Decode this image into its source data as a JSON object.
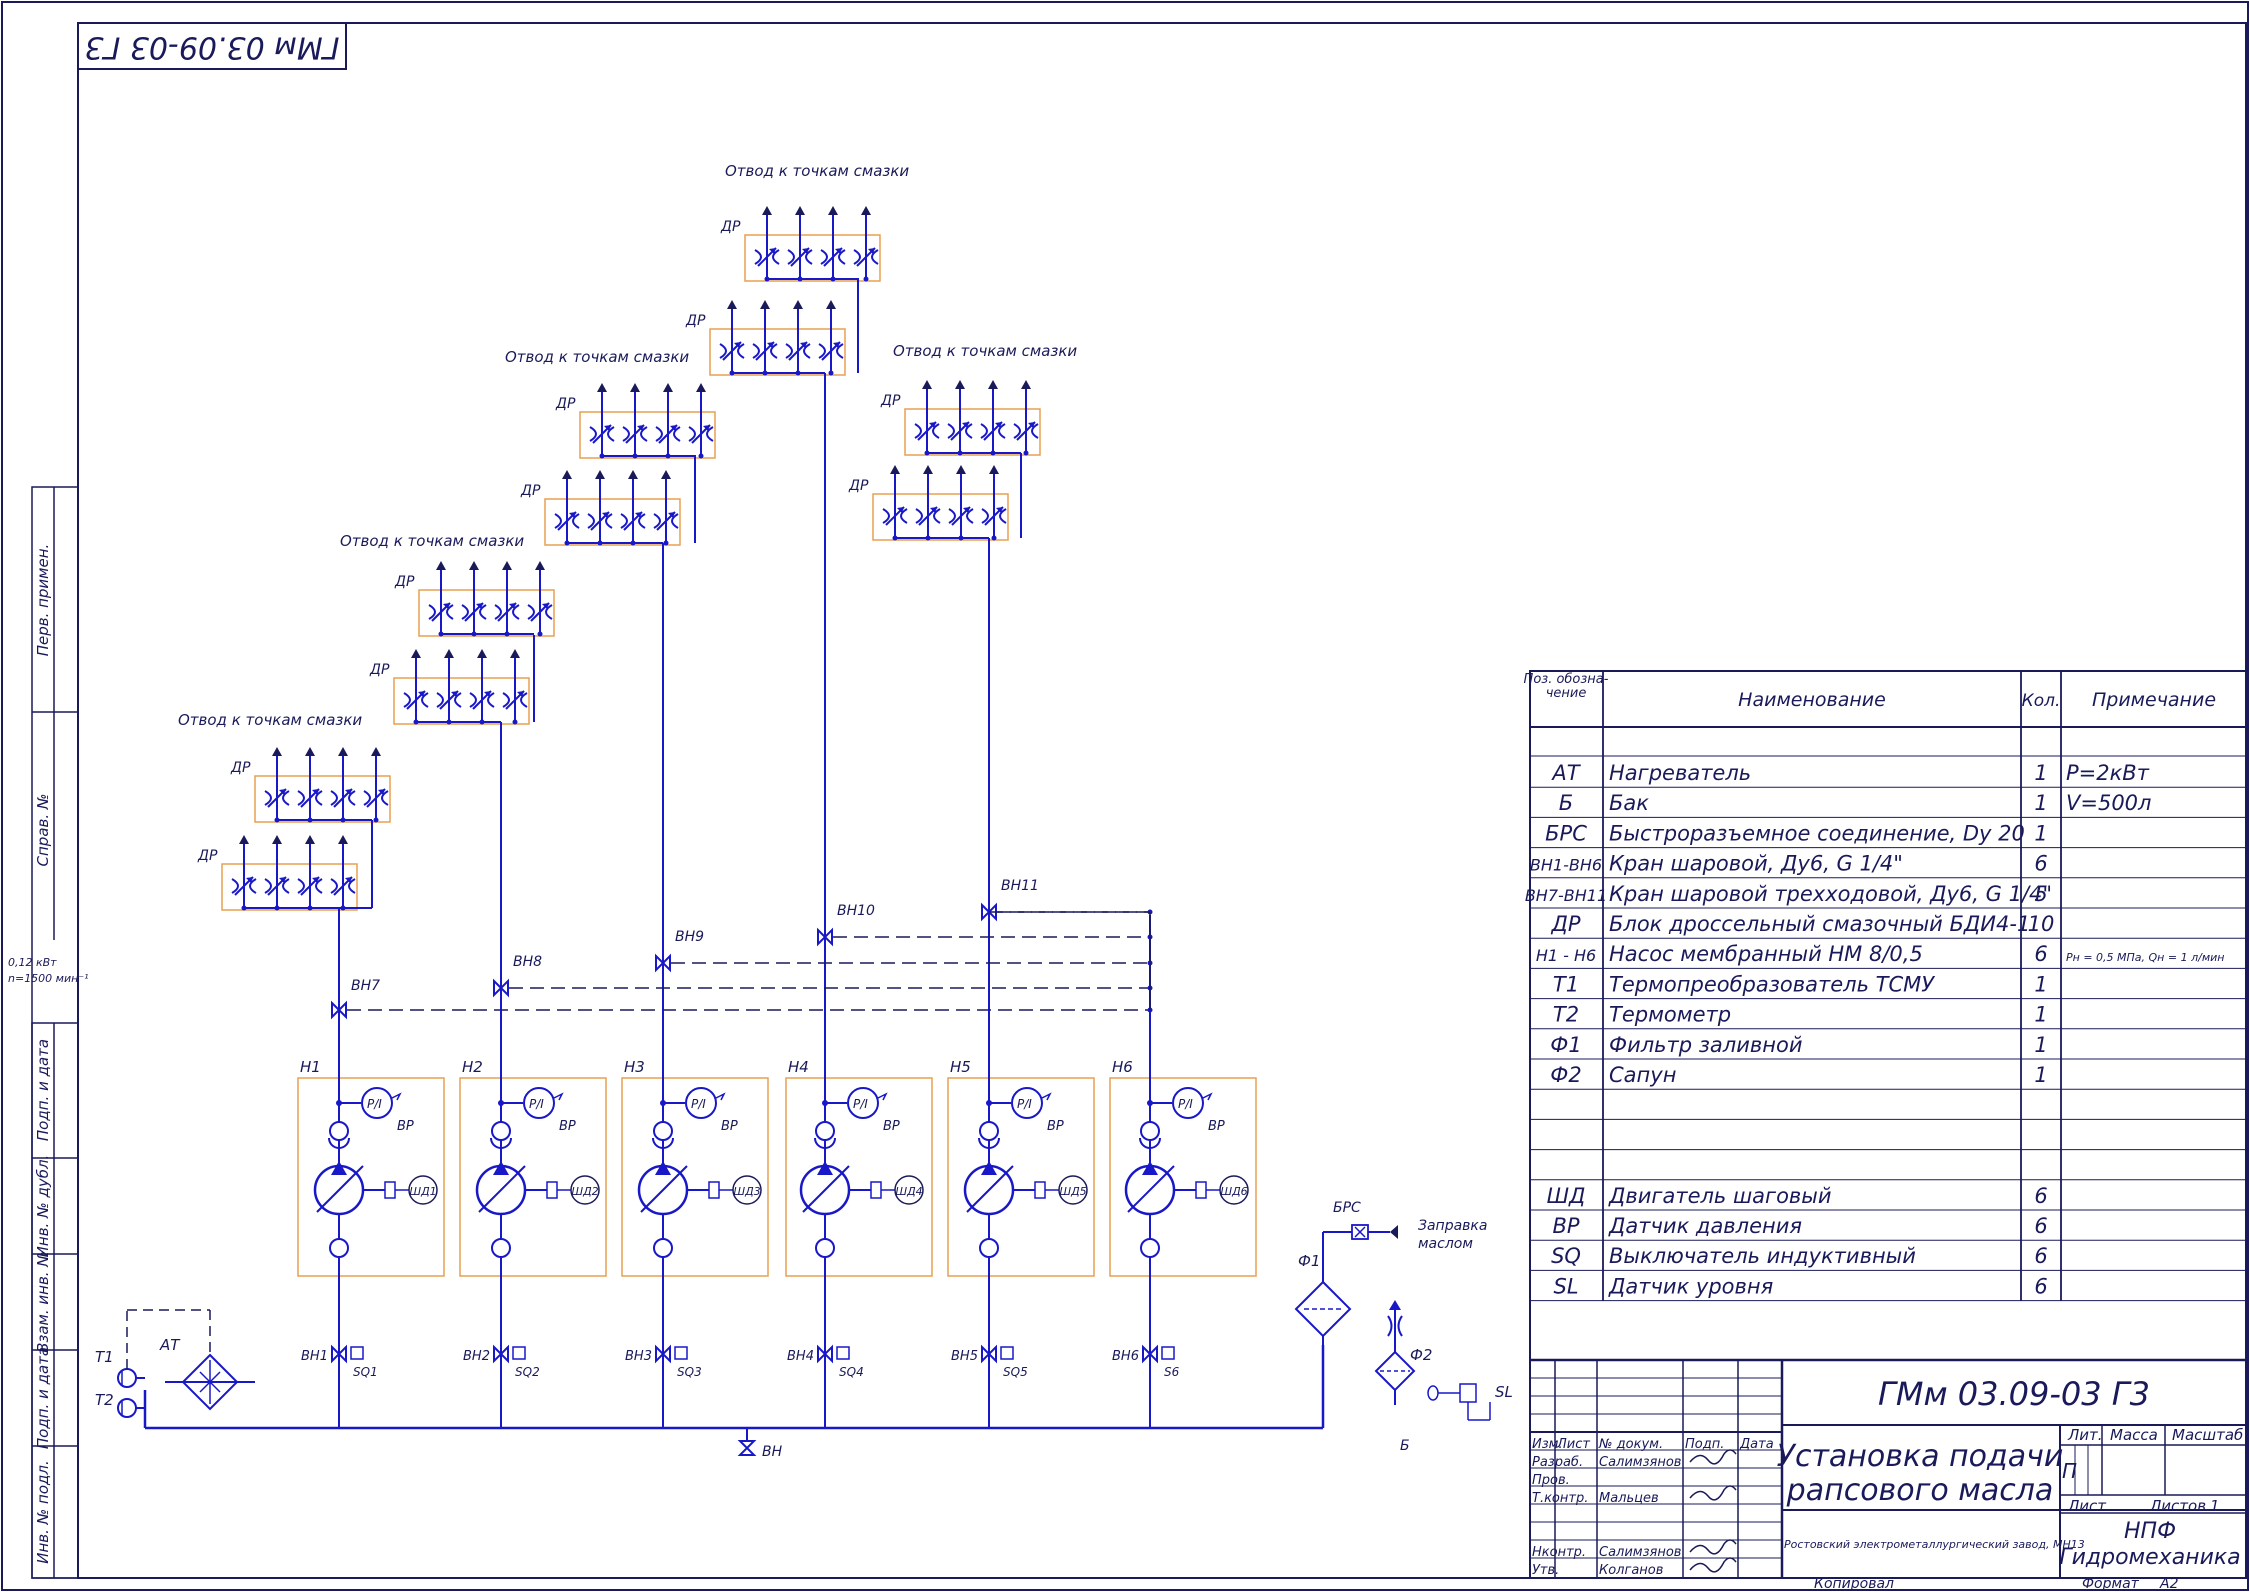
{
  "stamp": "ГМм 03.09-03 Г3",
  "side_labels": [
    "Перв. примен.",
    "Справ. №",
    "Подп. и дата",
    "Инв. № дубл.",
    "Взам. инв. №",
    "Подп. и дата",
    "Инв. № подл."
  ],
  "motor_note": [
    "0,12 кВт",
    "n=1500 мин⁻¹"
  ],
  "branch_caption": "Отвод к точкам смазки",
  "dp_label": "ДР",
  "valves_top": [
    "ВН7",
    "ВН8",
    "ВН9",
    "ВН10",
    "ВН11"
  ],
  "pumps": [
    "Н1",
    "Н2",
    "Н3",
    "Н4",
    "Н5",
    "Н6"
  ],
  "motors": [
    "ШД1",
    "ШД2",
    "ШД3",
    "ШД4",
    "ШД5",
    "ШД6"
  ],
  "pi_label": "Р/I",
  "vr_label": "ВР",
  "valves_bottom": [
    "ВН1",
    "ВН2",
    "ВН3",
    "ВН4",
    "ВН5",
    "ВН6"
  ],
  "sq": [
    "SQ1",
    "SQ2",
    "SQ3",
    "SQ4",
    "SQ5",
    "S6"
  ],
  "misc": {
    "t1": "Т1",
    "t2": "Т2",
    "at": "АТ",
    "vn": "ВН",
    "b": "Б",
    "f1": "Ф1",
    "f2": "Ф2",
    "brs": "БРС",
    "fill": [
      "Заправка",
      "маслом"
    ],
    "sl": "SL"
  },
  "table": {
    "headers": [
      "Поз. обозна- чение",
      "Наименование",
      "Кол.",
      "Примечание"
    ],
    "rows": [
      [
        "АТ",
        "Нагреватель",
        "1",
        "P=2кВт"
      ],
      [
        "Б",
        "Бак",
        "1",
        "V=500л"
      ],
      [
        "БРС",
        "Быстроразъемное соединение, Dу 20",
        "1",
        ""
      ],
      [
        "ВН1-ВН6",
        "Кран шаровой, Ду6, G 1/4\"",
        "6",
        ""
      ],
      [
        "ВН7-ВН11",
        "Кран шаровой трехходовой, Ду6, G 1/4\"",
        "5",
        ""
      ],
      [
        "ДР",
        "Блок дроссельный смазочный БДИ4-1",
        "10",
        ""
      ],
      [
        "Н1 - Н6",
        "Насос мембранный НМ 8/0,5",
        "6",
        "Pн = 0,5 МПа, Qн = 1 л/мин"
      ],
      [
        "Т1",
        "Термопреобразователь ТСМУ",
        "1",
        ""
      ],
      [
        "Т2",
        "Термометр",
        "1",
        ""
      ],
      [
        "Ф1",
        "Фильтр заливной",
        "1",
        ""
      ],
      [
        "Ф2",
        "Сапун",
        "1",
        ""
      ],
      [
        "",
        "",
        "",
        ""
      ],
      [
        "",
        "",
        "",
        ""
      ],
      [
        "",
        "",
        "",
        ""
      ],
      [
        "ШД",
        "Двигатель шаговый",
        "6",
        ""
      ],
      [
        "ВР",
        "Датчик давления",
        "6",
        ""
      ],
      [
        "SQ",
        "Выключатель индуктивный",
        "6",
        ""
      ],
      [
        "SL",
        "Датчик уровня",
        "6",
        ""
      ]
    ]
  },
  "title_block": {
    "code": "ГМм 03.09-03 Г3",
    "title": [
      "Установка подачи",
      "рапсового масла"
    ],
    "cols": [
      "Изм.",
      "Лист",
      "№ докум.",
      "Подп.",
      "Дата"
    ],
    "roles": [
      "Разраб.",
      "Пров.",
      "Т.контр.",
      "",
      "Нконтр.",
      "Утв."
    ],
    "names": [
      "Салимзянов",
      "",
      "Мальцев",
      "",
      "Салимзянов",
      "Колганов"
    ],
    "lit": "Лит.",
    "mass": "Масса",
    "scale": "Масштаб",
    "lit_val": "П",
    "sheet": "Лист",
    "sheets": "Листов",
    "sheets_val": "1",
    "plant": "Ростовский электрометаллургический завод, МН13",
    "company": [
      "НПФ",
      "Гидромеханика"
    ],
    "copied": "Копировал",
    "format": "Формат",
    "format_val": "А2"
  }
}
